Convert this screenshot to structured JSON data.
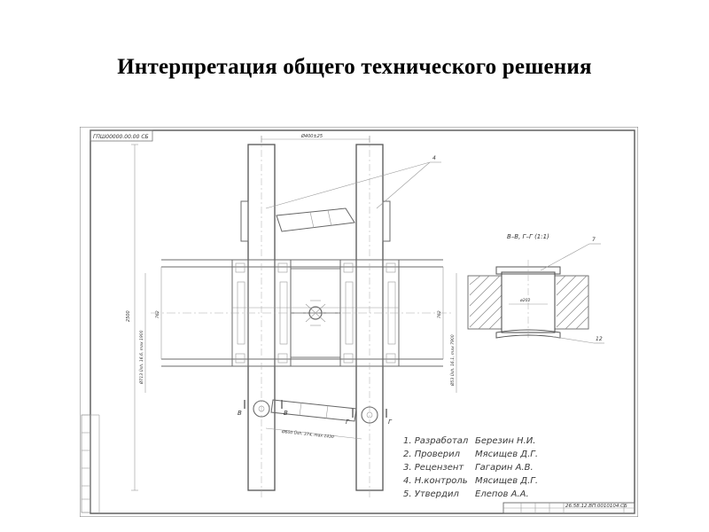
{
  "slide": {
    "title": "Интерпретация общего технического решения"
  },
  "drawing": {
    "stamp_top": "ГПШ00000.00.00 СБ",
    "section_label": "В–В, Г–Г (1:1)",
    "dimensions": {
      "top_width": "Ø400±25",
      "left_height": "2500",
      "left_inner": "Ø713 Ûsh. 16,6, max 1900",
      "mid_span": "762",
      "right_inner": "Ø53 Ûsh. 16,1, max 7900",
      "right_span": "762",
      "bottom_span": "Ø600 Ûsh. 374, max 1430",
      "section_diameter": "ø202"
    },
    "callouts": {
      "pos4": "4",
      "pos7": "7",
      "pos12": "12"
    },
    "section_markers": [
      "В",
      "В",
      "Г",
      "Г"
    ],
    "signatures": [
      {
        "role": "1. Разработал",
        "name": "Березин Н.И."
      },
      {
        "role": "2. Проверил",
        "name": "Мясищев Д.Г."
      },
      {
        "role": "3. Рецензент",
        "name": "Гагарин А.В."
      },
      {
        "role": "4. Н.контроль",
        "name": "Мясищев Д.Г."
      },
      {
        "role": "5. Утвердил",
        "name": "Елепов А.А."
      }
    ],
    "title_block": {
      "code": "26.58.12.ВП.0010104.СБ"
    }
  }
}
